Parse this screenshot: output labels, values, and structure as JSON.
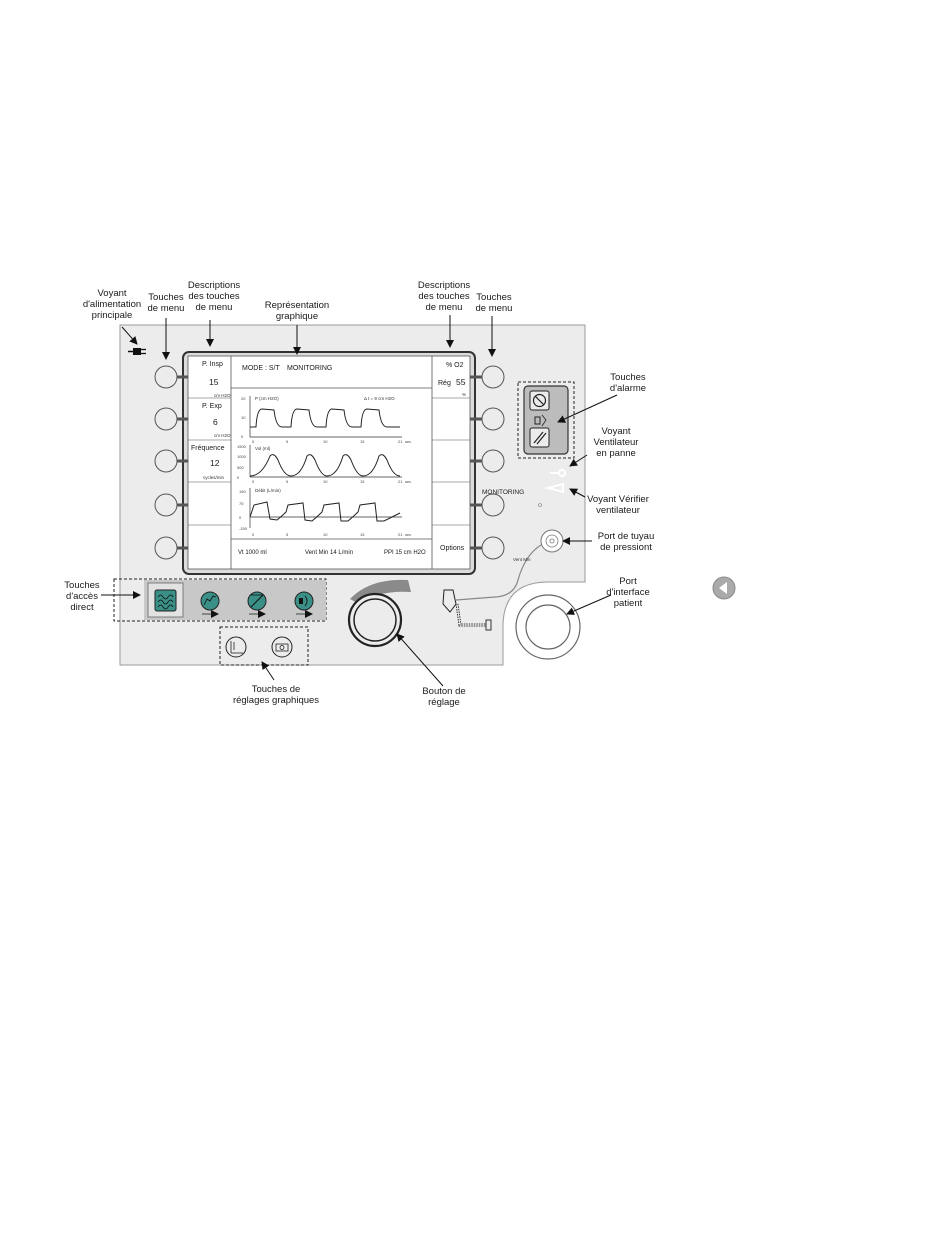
{
  "callouts": {
    "power_indicator": [
      "Voyant",
      "d'alimentation",
      "principale"
    ],
    "menu_keys_left": [
      "Touches",
      "de menu"
    ],
    "menu_desc_left": [
      "Descriptions",
      "des touches",
      "de menu"
    ],
    "graphic_repr": [
      "Représentation",
      "graphique"
    ],
    "menu_desc_right": [
      "Descriptions",
      "des touches",
      "de menu"
    ],
    "menu_keys_right": [
      "Touches",
      "de menu"
    ],
    "alarm_keys": [
      "Touches",
      "d'alarme"
    ],
    "vent_failure": [
      "Voyant",
      "Ventilateur",
      "en panne"
    ],
    "check_vent": [
      "Voyant Vérifier",
      "ventilateur"
    ],
    "pressure_port": [
      "Port de tuyau",
      "de pressiont"
    ],
    "patient_port": [
      "Port",
      "d'interface",
      "patient"
    ],
    "direct_access": [
      "Touches",
      "d'accès",
      "direct"
    ],
    "graph_settings": [
      "Touches de",
      "réglages graphiques"
    ],
    "adjust_knob": [
      "Bouton de",
      "réglage"
    ]
  },
  "screen": {
    "mode": "MODE : S/T",
    "monitoring_header": "MONITORING",
    "left_panel": {
      "p_insp_label": "P. Insp",
      "p_insp_value": "15",
      "p_insp_unit": "cm H2O",
      "p_exp_label": "P. Exp",
      "p_exp_value": "6",
      "p_exp_unit": "cm H2O",
      "freq_label": "Fréquence",
      "freq_value": "12",
      "freq_unit": "cycles/min"
    },
    "right_panel": {
      "o2_label": "% O2",
      "reg_label": "Rég",
      "reg_value": "55",
      "reg_unit": "%",
      "monitoring": "MONITORING",
      "options": "Options"
    },
    "graphs": {
      "pressure_title": "P (cm H2O)",
      "pressure_annot": "Δ t = 9 cm H2O",
      "volume_title": "Vol (ml)",
      "flow_title": "Débit (L/min)",
      "time_unit": "sec",
      "pressure_y_ticks": [
        "20",
        "10",
        "0"
      ],
      "volume_y_ticks": [
        "1500",
        "1000",
        "500",
        "0"
      ],
      "flow_y_ticks": [
        "150",
        "75",
        "0",
        "-150"
      ],
      "x_ticks": [
        "0",
        "5",
        "10",
        "15",
        "21"
      ]
    },
    "footer": {
      "vt": "Vt 1000 ml",
      "vent_min": "Vent Min 14 L/min",
      "ppi": "PPI 15 cm H2O"
    }
  },
  "device": {
    "vent_min_label": "Vent Min"
  },
  "icons": [
    "power-plug-icon",
    "alarm-silence-icon",
    "alarm-reset-icon",
    "waveform-icon",
    "rise-time-icon",
    "ramp-icon",
    "alarm-volume-icon",
    "freeze-graph-icon",
    "camera-icon",
    "wrench-icon",
    "back-arrow-icon"
  ],
  "colors": {
    "device_body": "#ececec",
    "outline": "#333333",
    "accent_teal": "#3a8f86"
  }
}
